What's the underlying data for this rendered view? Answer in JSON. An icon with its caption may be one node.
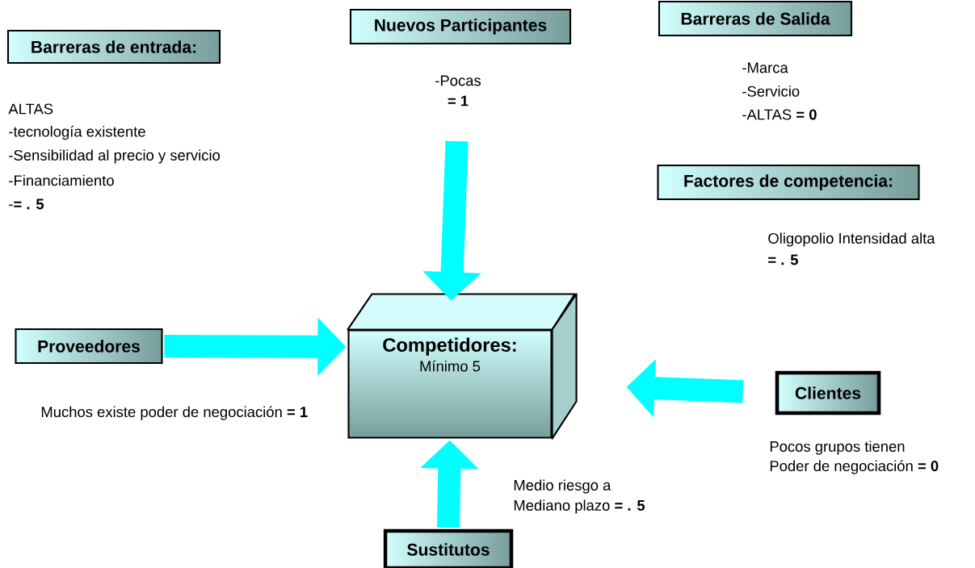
{
  "diagram": {
    "nodes": [
      {
        "text": [
          "Barreras de entrada:"
        ],
        "beside": [
          "ALTAS",
          "-tecnología existente",
          "-Sensibilidad al precio y servicio",
          "-Financiamiento",
          "-**= . 5**"
        ]
      },
      {
        "text": [
          "Nuevos Participantes"
        ],
        "beside": [
          "-Pocas",
          "**= 1**"
        ]
      },
      {
        "text": [
          "Barreras de Salida"
        ],
        "beside": [
          "-Marca",
          "-Servicio",
          "-ALTAS **= 0**"
        ]
      },
      {
        "text": [
          "Factores de competencia:"
        ],
        "beside": [
          "Oligopolio Intensidad alta",
          "**= . 5**"
        ]
      },
      {
        "text": [
          "Proveedores"
        ],
        "beside": [
          "Muchos  existe poder de negociación **= 1**"
        ]
      },
      {
        "text": [
          "Competidores:",
          "Mínimo 5"
        ]
      },
      {
        "text": [
          "Clientes"
        ],
        "beside": [
          "Pocos grupos tienen",
          "Poder de negociación **= 0**"
        ]
      },
      {
        "text": [
          "Sustitutos"
        ],
        "beside": [
          "Medio riesgo a",
          "Mediano plazo **=  . 5**"
        ]
      }
    ],
    "edges": [
      {
        "from": 1,
        "to": 5,
        "arrow": "to"
      },
      {
        "from": 4,
        "to": 5,
        "arrow": "to"
      },
      {
        "from": 6,
        "to": 5,
        "arrow": "to"
      },
      {
        "from": 7,
        "to": 5,
        "arrow": "to"
      }
    ]
  }
}
